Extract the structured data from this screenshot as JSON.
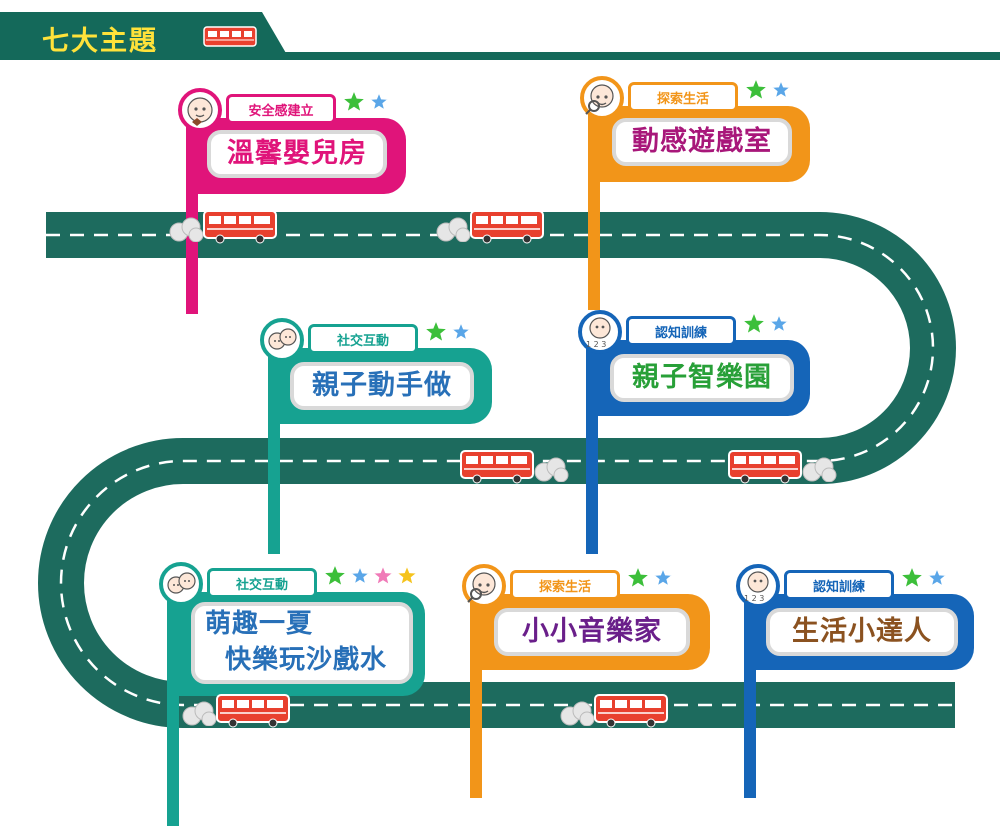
{
  "header": {
    "title": "七大主題"
  },
  "themes": [
    {
      "category": "安全感建立",
      "name": "溫馨嬰兒房",
      "color": "#e0147a",
      "text_color": "#e0147a"
    },
    {
      "category": "探索生活",
      "name": "動感遊戲室",
      "color": "#f29519",
      "text_color": "#a8177a"
    },
    {
      "category": "社交互動",
      "name": "親子動手做",
      "color": "#16a291",
      "text_color": "#2870b8"
    },
    {
      "category": "認知訓練",
      "name": "親子智樂園",
      "color": "#1565b8",
      "text_color": "#28a038"
    },
    {
      "category": "社交互動",
      "name_line1": "萌趣一夏",
      "name_line2": "快樂玩沙戲水",
      "color": "#16a291",
      "text_color": "#2870b8"
    },
    {
      "category": "探索生活",
      "name": "小小音樂家",
      "color": "#f29519",
      "text_color": "#6a1f8a"
    },
    {
      "category": "認知訓練",
      "name": "生活小達人",
      "color": "#1565b8",
      "text_color": "#8b5220"
    }
  ],
  "colors": {
    "road": "#1d6b5e",
    "banner": "#14695a",
    "title": "#ffe23a",
    "bus": "#e8402e"
  },
  "icons": [
    "bus-icon",
    "smoke-icon",
    "baby-face-icon",
    "magnifier-face-icon",
    "two-faces-icon",
    "number-face-icon",
    "star-icon"
  ]
}
